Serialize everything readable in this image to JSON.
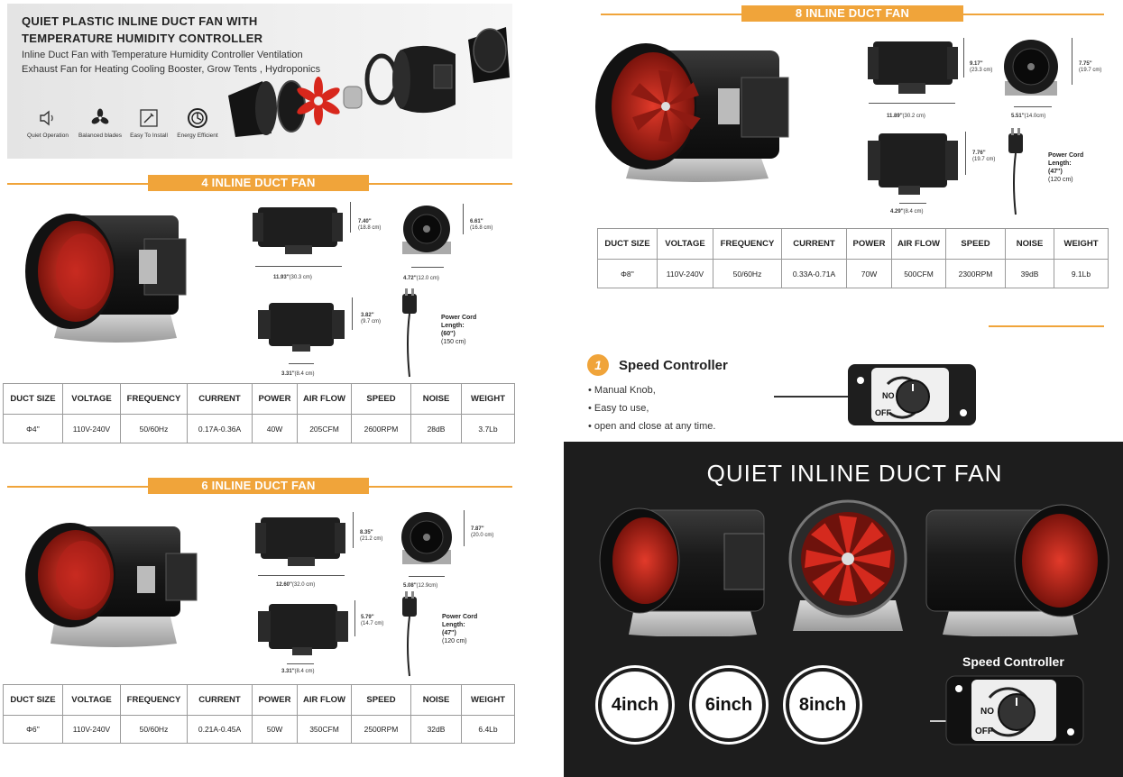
{
  "hero": {
    "title_line1": "QUIET PLASTIC INLINE DUCT FAN WITH",
    "title_line2": "TEMPERATURE HUMIDITY CONTROLLER",
    "subtitle_line1": "Inline Duct Fan with Temperature Humidity Controller Ventilation",
    "subtitle_line2": "Exhaust Fan for Heating Cooling Booster, Grow Tents , Hydroponics",
    "features": [
      {
        "label": "Quiet Operation",
        "icon": "speaker-icon"
      },
      {
        "label": "Balanced blades",
        "icon": "fan-icon"
      },
      {
        "label": "Easy To Install",
        "icon": "tools-icon"
      },
      {
        "label": "Energy Efficient",
        "icon": "energy-icon"
      }
    ]
  },
  "table_headers": [
    "DUCT SIZE",
    "VOLTAGE",
    "FREQUENCY",
    "CURRENT",
    "POWER",
    "AIR FLOW",
    "SPEED",
    "NOISE",
    "WEIGHT"
  ],
  "fans": {
    "fan4": {
      "title": "4 INLINE DUCT FAN",
      "row": [
        "Φ4''",
        "110V-240V",
        "50/60Hz",
        "0.17A-0.36A",
        "40W",
        "205CFM",
        "2600RPM",
        "28dB",
        "3.7Lb"
      ],
      "dims": {
        "height": "7.40''",
        "height_cm": "(18.8 cm)",
        "length": "11.93''",
        "length_cm": "(30.3 cm)",
        "diameter": "4.72''",
        "diameter_cm": "(12.0 cm)",
        "outer": "6.61''",
        "outer_cm": "(16.8 cm)",
        "side_h": "3.82''",
        "side_h_cm": "(9.7 cm)",
        "base": "3.31''",
        "base_cm": "(8.4 cm)",
        "cord_label": "Power Cord",
        "cord_label2": "Length:",
        "cord_len": "(60'')",
        "cord_cm": "(150 cm)"
      }
    },
    "fan6": {
      "title": "6 INLINE DUCT FAN",
      "row": [
        "Φ6''",
        "110V-240V",
        "50/60Hz",
        "0.21A-0.45A",
        "50W",
        "350CFM",
        "2500RPM",
        "32dB",
        "6.4Lb"
      ],
      "dims": {
        "height": "8.35''",
        "height_cm": "(21.2 cm)",
        "length": "12.60''",
        "length_cm": "(32.0 cm)",
        "diameter": "5.08''",
        "diameter_cm": "(12.9cm)",
        "outer": "7.87''",
        "outer_cm": "(20.0 cm)",
        "side_h": "5.79''",
        "side_h_cm": "(14.7 cm)",
        "base": "3.31''",
        "base_cm": "(8.4 cm)",
        "cord_label": "Power Cord",
        "cord_label2": "Length:",
        "cord_len": "(47'')",
        "cord_cm": "(120 cm)"
      }
    },
    "fan8": {
      "title": "8 INLINE DUCT FAN",
      "row": [
        "Φ8''",
        "110V-240V",
        "50/60Hz",
        "0.33A-0.71A",
        "70W",
        "500CFM",
        "2300RPM",
        "39dB",
        "9.1Lb"
      ],
      "dims": {
        "height": "9.17''",
        "height_cm": "(23.3 cm)",
        "length": "11.89''",
        "length_cm": "(30.2 cm)",
        "diameter": "5.51''",
        "diameter_cm": "(14.0cm)",
        "outer": "7.75''",
        "outer_cm": "(19.7 cm)",
        "side_h": "7.76''",
        "side_h_cm": "(19.7 cm)",
        "base": "4.29''",
        "base_cm": "(8.4 cm)",
        "cord_label": "Power Cord",
        "cord_label2": "Length:",
        "cord_len": "(47'')",
        "cord_cm": "(120 cm)"
      }
    }
  },
  "speed_controller": {
    "badge_number": "1",
    "title": "Speed Controller",
    "bullets": [
      "Manual Knob,",
      "Easy to use,",
      "open and close at any time."
    ],
    "knob_on": "NO",
    "knob_off": "OFF"
  },
  "dark_panel": {
    "title": "QUIET INLINE DUCT FAN",
    "sizes": [
      "4inch",
      "6inch",
      "8inch"
    ],
    "controller_label": "Speed Controller",
    "knob_on": "NO",
    "knob_off": "OFF"
  },
  "colors": {
    "accent": "#f0a43a",
    "fan_blade": "#c8281e",
    "dark_bg": "#1d1d1d"
  }
}
